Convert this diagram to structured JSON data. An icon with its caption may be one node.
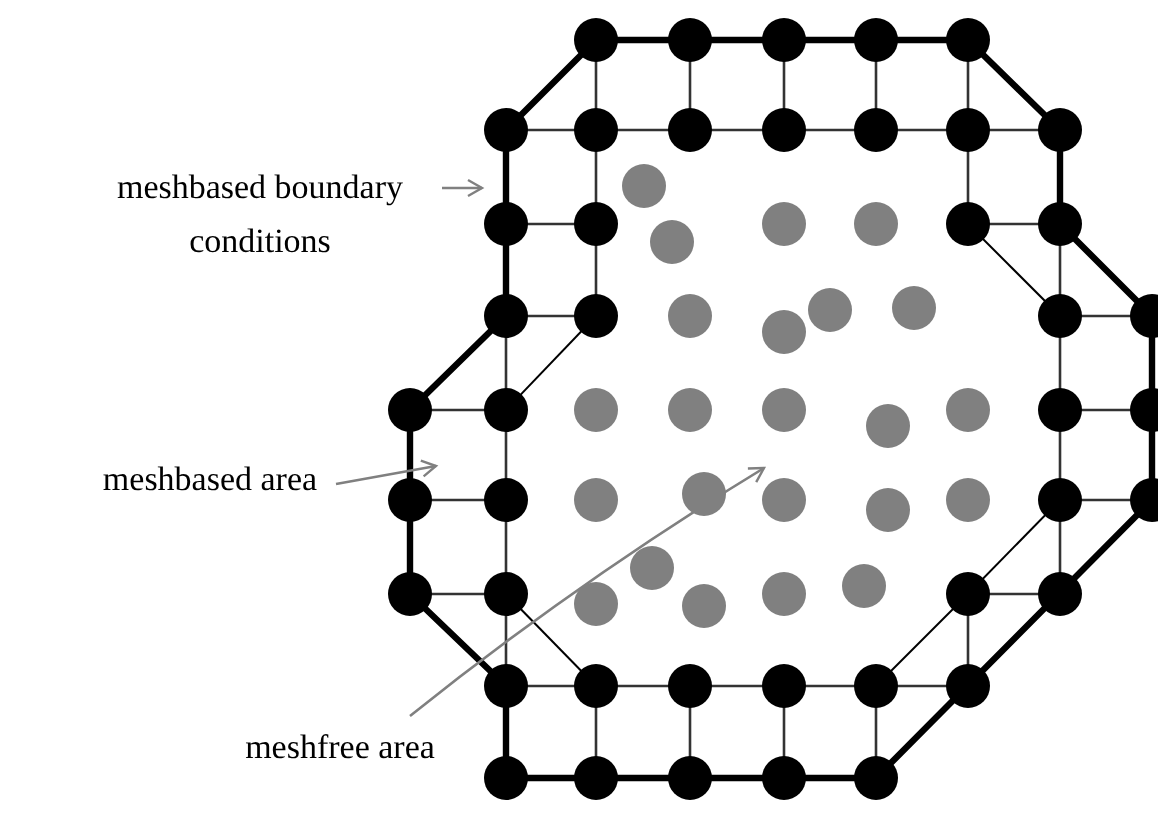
{
  "diagram": {
    "nodes": [
      {
        "text": [
          "meshbased boundary conditions"
        ]
      },
      {
        "text": [
          "meshbased area"
        ]
      },
      {
        "text": [
          "meshfree area"
        ]
      }
    ],
    "edges": [
      {
        "from": 0,
        "to": null,
        "arrow": "to"
      },
      {
        "from": 1,
        "to": null,
        "arrow": "to"
      },
      {
        "from": 2,
        "to": null,
        "arrow": "to"
      }
    ]
  }
}
